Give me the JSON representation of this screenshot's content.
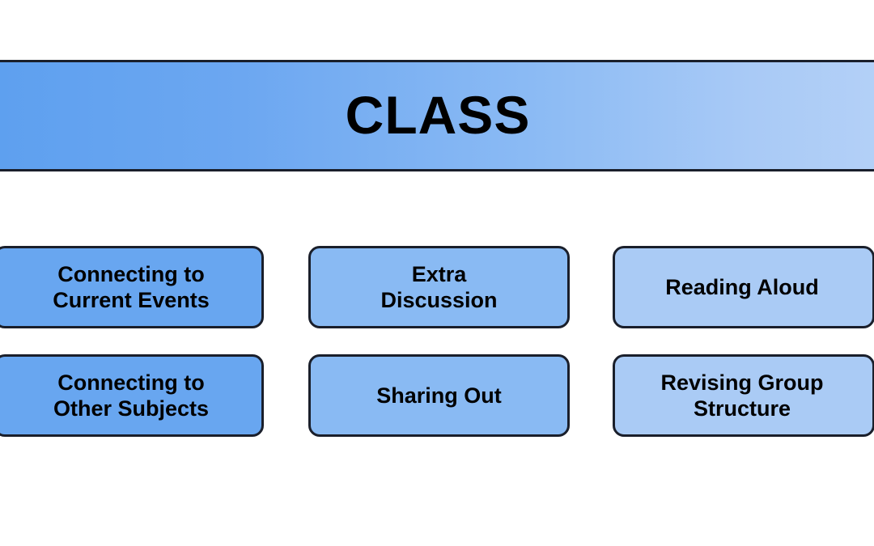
{
  "header": {
    "title": "CLASS",
    "background_gradient_from": "#5ea0ef",
    "background_gradient_to": "#b3d0f7",
    "border_color": "#1a1f2b",
    "text_color": "#000000"
  },
  "boxes": {
    "border_color": "#1a1f2b",
    "text_color": "#000000",
    "column_colors": [
      "#68a6f0",
      "#89baf3",
      "#aacbf5"
    ],
    "rows": [
      [
        {
          "label": "Connecting to\nCurrent Events",
          "name": "connecting-to-current-events"
        },
        {
          "label": "Extra\nDiscussion",
          "name": "extra-discussion"
        },
        {
          "label": "Reading Aloud",
          "name": "reading-aloud"
        }
      ],
      [
        {
          "label": "Connecting to\nOther Subjects",
          "name": "connecting-to-other-subjects"
        },
        {
          "label": "Sharing Out",
          "name": "sharing-out"
        },
        {
          "label": "Revising Group\nStructure",
          "name": "revising-group-structure"
        }
      ]
    ]
  },
  "canvas": {
    "background": "#ffffff"
  }
}
